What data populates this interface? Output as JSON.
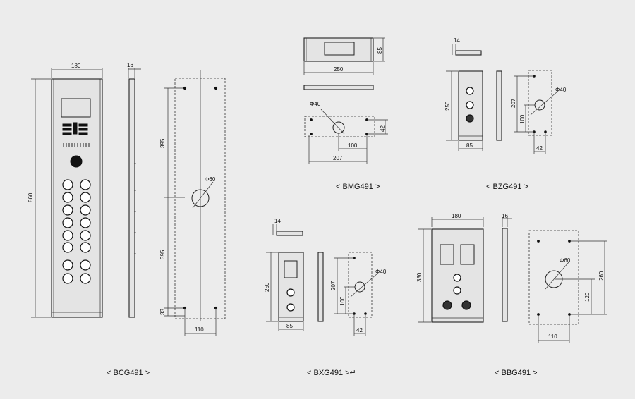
{
  "captions": {
    "bcg": "< BCG491 >",
    "bxg": "< BXG491 >↵",
    "bmg": "< BMG491 >",
    "bzg": "< BZG491 >",
    "bbg": "< BBG491 >"
  },
  "dims": {
    "bcg": {
      "width": "180",
      "height": "860",
      "thickness": "16",
      "upper": "395",
      "lower": "395",
      "bottom": "33",
      "spacing": "110",
      "hole": "Φ60"
    },
    "bmg": {
      "height": "85",
      "width": "250",
      "hole": "Φ40",
      "h42": "42",
      "d100": "100",
      "d207": "207"
    },
    "bzg": {
      "thickness": "14",
      "height": "250",
      "width": "85",
      "d207": "207",
      "d100": "100",
      "hole": "Φ40",
      "d42": "42"
    },
    "bxg": {
      "thickness": "14",
      "height": "250",
      "width": "85",
      "d207": "207",
      "d100": "100",
      "hole": "Φ40",
      "d42": "42"
    },
    "bbg": {
      "width": "180",
      "thickness": "16",
      "height": "330",
      "hole": "Φ60",
      "d120": "120",
      "d260": "260",
      "d110": "110"
    }
  }
}
